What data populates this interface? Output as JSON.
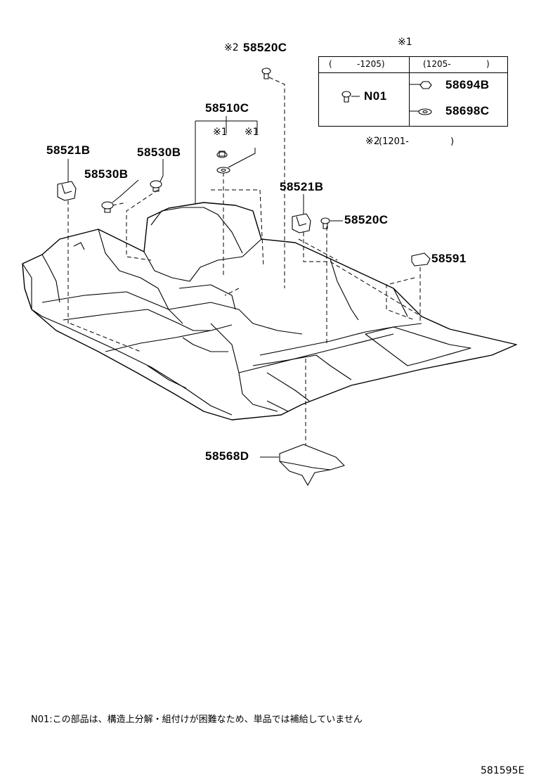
{
  "labels": {
    "p58520c_top": "58520C",
    "p58520c_top_mark": "※2",
    "p58510c": "58510C",
    "p58521b_left": "58521B",
    "p58530b_right": "58530B",
    "p58530b_left": "58530B",
    "mark1_a": "※1",
    "mark1_b": "※1",
    "p58521b_right": "58521B",
    "p58520c_right": "58520C",
    "p58591": "58591",
    "p58568d": "58568D"
  },
  "table": {
    "title_mark": "※1",
    "col1_open": "(",
    "col1_header": "-1205)",
    "col2_header": "(1205-",
    "col2_close": ")",
    "left_part": "N01",
    "right_part_1": "58694B",
    "right_part_2": "58698C"
  },
  "note2": {
    "mark": "※2",
    "text": "(1201-",
    "close": ")"
  },
  "footnote": "N01:この部品は、構造上分解・組付けが困難なため、単品では補給していません",
  "diagram_id": "581595E"
}
